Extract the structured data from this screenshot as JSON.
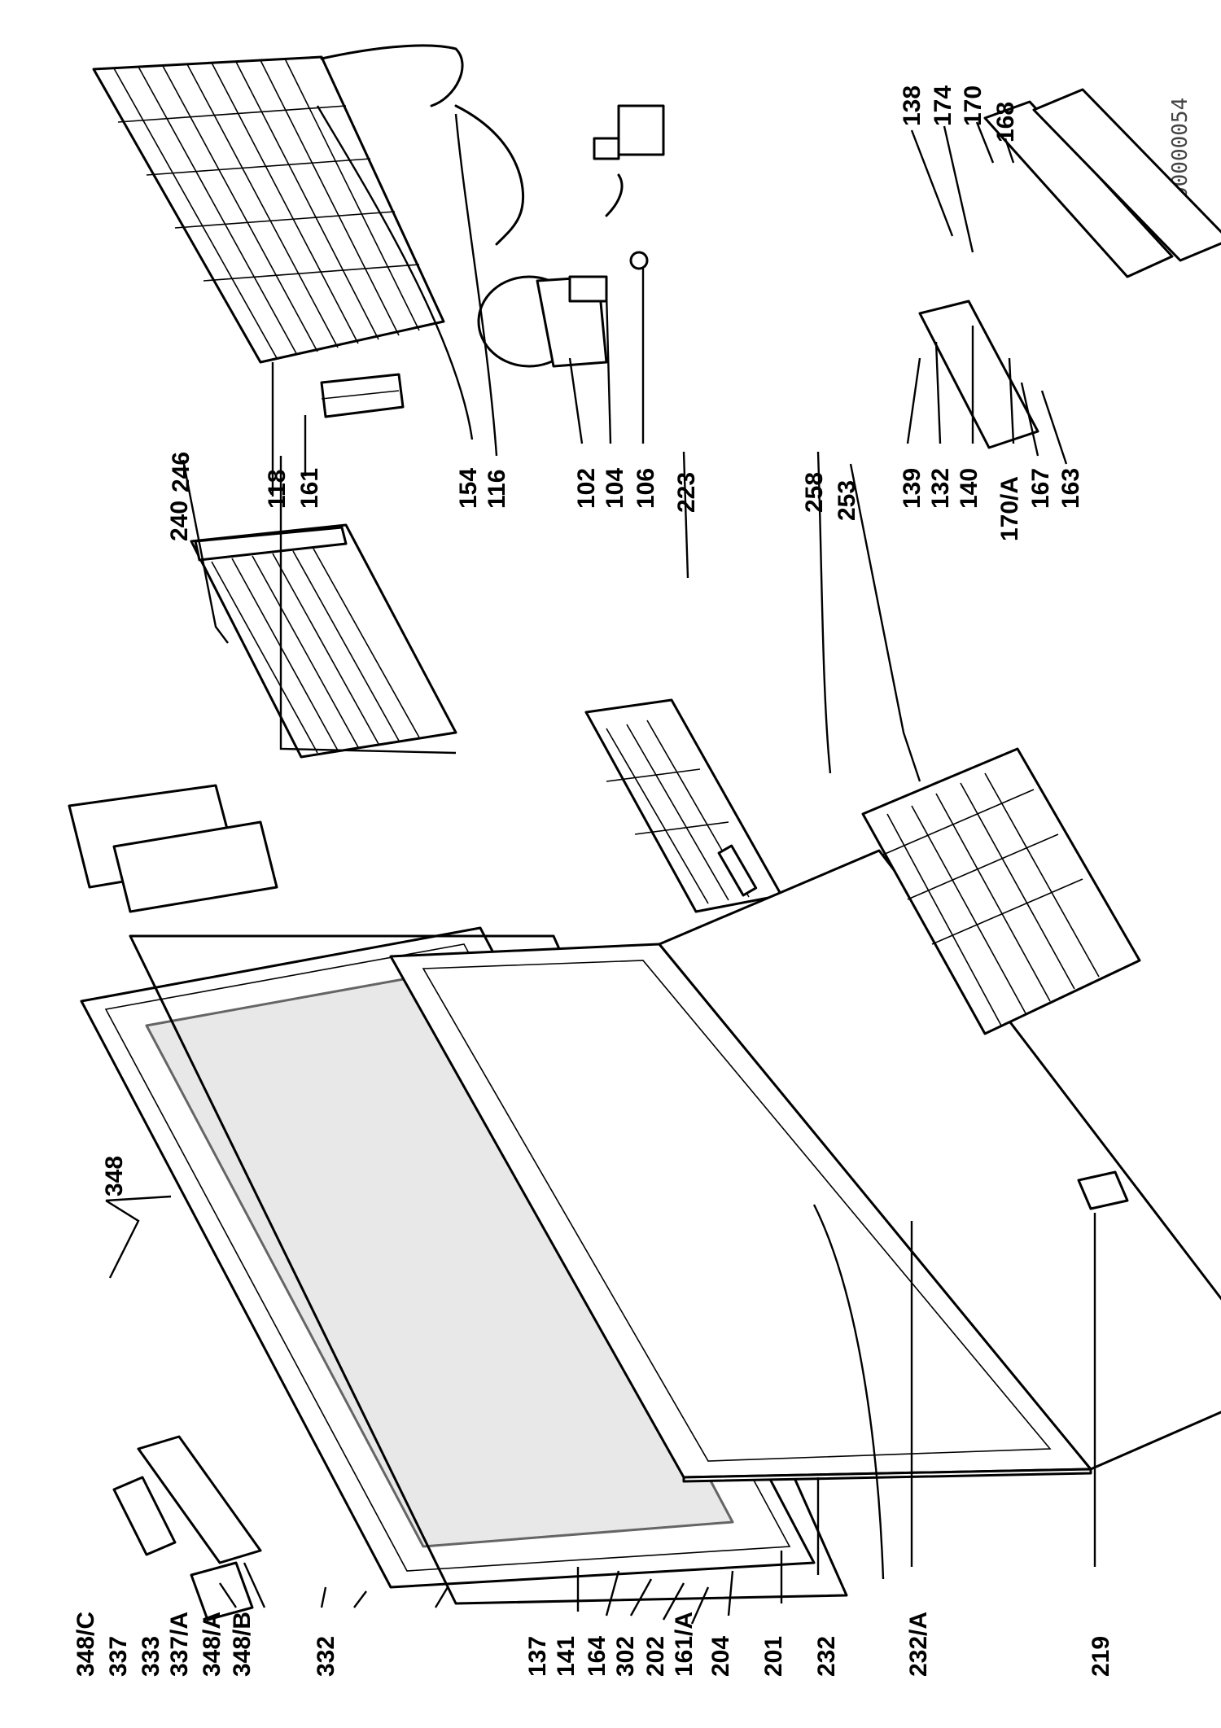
{
  "doc_code": "00000054",
  "parts": {
    "p118": "118",
    "p161": "161",
    "p154": "154",
    "p116": "116",
    "p246": "246",
    "p240": "240",
    "p102": "102",
    "p104": "104",
    "p106": "106",
    "p223": "223",
    "p258": "258",
    "p253": "253",
    "p138": "138",
    "p174": "174",
    "p170": "170",
    "p168": "168",
    "p139": "139",
    "p132": "132",
    "p140": "140",
    "p170a": "170/A",
    "p167": "167",
    "p163": "163",
    "p348": "348",
    "p348c": "348/C",
    "p337": "337",
    "p333": "333",
    "p337a": "337/A",
    "p348a": "348/A",
    "p348b": "348/B",
    "p332": "332",
    "p137": "137",
    "p141": "141",
    "p164": "164",
    "p302": "302",
    "p202": "202",
    "p161a": "161/A",
    "p204": "204",
    "p201": "201",
    "p232": "232",
    "p232a": "232/A",
    "p219": "219"
  }
}
